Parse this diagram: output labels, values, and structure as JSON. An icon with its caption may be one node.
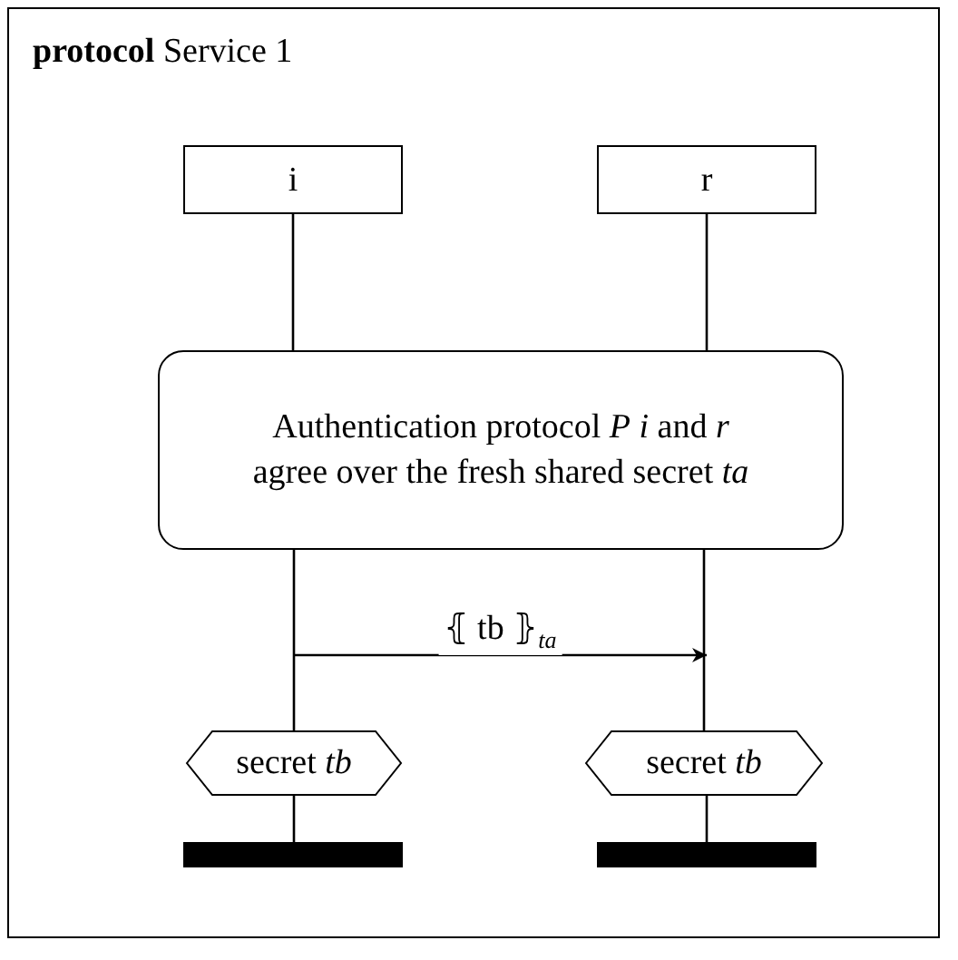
{
  "diagram": {
    "title": "**protocol** Service 1",
    "nodes": [
      {
        "text": [
          "i"
        ]
      },
      {
        "text": [
          "r"
        ]
      },
      {
        "text": [
          "Authentication protocol *P* *i* and *r* agree over the fresh shared secret *ta*"
        ]
      },
      {
        "text": [
          "secret *tb*"
        ]
      },
      {
        "text": [
          "secret *tb*"
        ]
      },
      {
        "text": [],
        "shape": "bar"
      },
      {
        "text": [],
        "shape": "bar"
      }
    ],
    "edges": [
      {
        "from": 0,
        "to": 2,
        "arrow": "none"
      },
      {
        "from": 1,
        "to": 2,
        "arrow": "none"
      },
      {
        "from": 2,
        "to": 3,
        "arrow": "none"
      },
      {
        "from": 2,
        "to": 4,
        "arrow": "none"
      },
      {
        "from": 3,
        "to": 5,
        "arrow": "none"
      },
      {
        "from": 4,
        "to": 6,
        "arrow": "none"
      }
    ],
    "labels": [
      "⦃ tb ⦄$_{ta}$"
    ]
  }
}
